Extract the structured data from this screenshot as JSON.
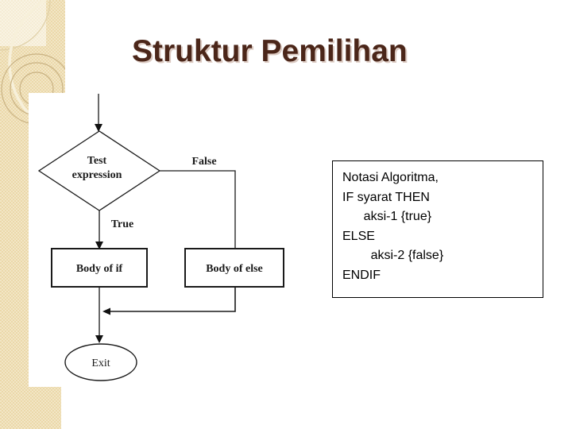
{
  "slide": {
    "title": "Struktur Pemilihan"
  },
  "flowchart": {
    "decision_line1": "Test",
    "decision_line2": "expression",
    "false_label": "False",
    "true_label": "True",
    "if_box_label": "Body of if",
    "else_box_label": "Body of else",
    "exit_label": "Exit"
  },
  "notation_box": {
    "lines": [
      "Notasi Algoritma,",
      "IF syarat THEN",
      "      aksi-1 {true}",
      "ELSE",
      "        aksi-2 {false}",
      "ENDIF"
    ]
  },
  "colors": {
    "title_brown": "#4b2619",
    "panel_tan": "#ebd8a9",
    "panel_tan_light": "#f2e6c6",
    "ring_tan": "#c9b283",
    "swoosh_cream": "#f7f0da",
    "flow_line": "#1a1a1a"
  }
}
